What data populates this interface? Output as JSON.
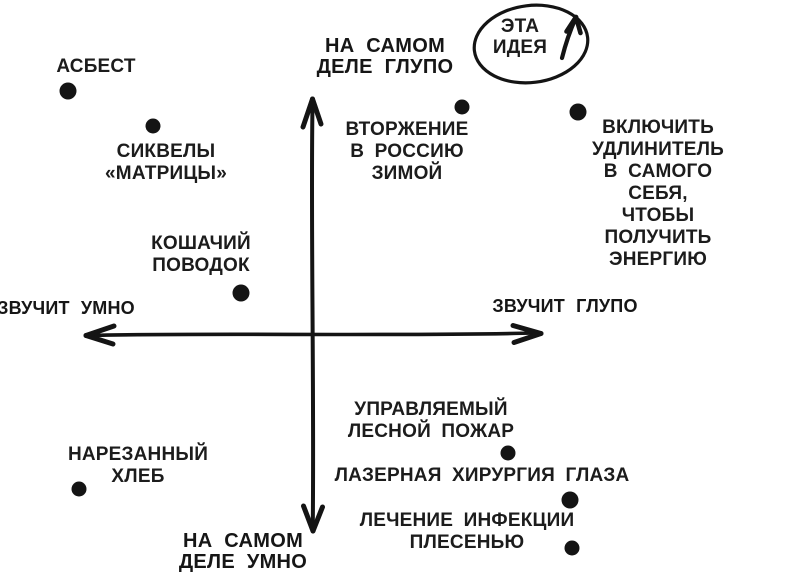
{
  "chart_data": {
    "type": "scatter",
    "title": "",
    "style": "hand-drawn black-ink quadrant diagram on white",
    "axes": {
      "x_left": "ЗВУЧИТ УМНО",
      "x_right": "ЗВУЧИТ ГЛУПО",
      "y_top": "НА САМОМ\nДЕЛЕ ГЛУПО",
      "y_bottom": "НА САМОМ\nДЕЛЕ УМНО",
      "x_range": [
        -1,
        1
      ],
      "y_range": [
        -1,
        1
      ],
      "grid": false
    },
    "points": [
      {
        "label": "АСБЕСТ",
        "x": -1.08,
        "y": 1.12
      },
      {
        "label": "СИКВЕЛЫ\n«МАТРИЦЫ»",
        "x": -0.7,
        "y": 0.96
      },
      {
        "label": "ВТОРЖЕНИЕ\nВ РОССИЮ\nЗИМОЙ",
        "x": 0.66,
        "y": 1.05
      },
      {
        "label": "ВКЛЮЧИТЬ\nУДЛИНИТЕЛЬ В САМОГО\nСЕБЯ, ЧТОБЫ\nПОЛУЧИТЬ ЭНЕРГИЮ",
        "x": 1.18,
        "y": 1.02
      },
      {
        "label": "КОШАЧИЙ\nПОВОДОК",
        "x": -0.31,
        "y": 0.19
      },
      {
        "label": "УПРАВЛЯЕМЫЙ\nЛЕСНОЙ ПОЖАР",
        "x": 0.87,
        "y": -0.55
      },
      {
        "label": "ЛАЗЕРНАЯ ХИРУРГИЯ ГЛАЗА",
        "x": 1.14,
        "y": -0.77
      },
      {
        "label": "ЛЕЧЕНИЕ ИНФЕКЦИИ\nПЛЕСЕНЬЮ",
        "x": 1.15,
        "y": -0.99
      },
      {
        "label": "НАРЕЗАННЫЙ\nХЛЕБ",
        "x": -1.03,
        "y": -0.71
      }
    ],
    "annotation": {
      "label": "ЭТА\nИДЕЯ",
      "x": 0.97,
      "y": 1.34,
      "shape": "hand-drawn ellipse with up-arrow",
      "meaning": "marker pointing off-chart, beyond top-right of both axes"
    },
    "legend": null
  },
  "colors": {
    "ink": "#1c1c1c",
    "background": "#ffffff"
  }
}
